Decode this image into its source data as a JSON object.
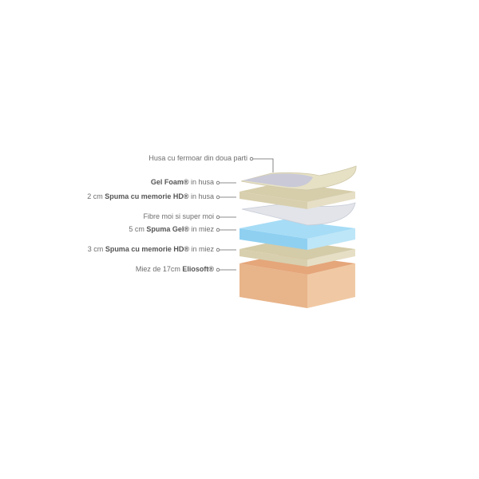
{
  "labels": [
    {
      "pre": "Husa cu fermoar din doua parti",
      "bold": "",
      "post": ""
    },
    {
      "pre": "",
      "bold": "Gel Foam®",
      "post": " in husa"
    },
    {
      "pre": "2 cm ",
      "bold": "Spuma cu memorie HD®",
      "post": " in husa"
    },
    {
      "pre": "Fibre moi si super moi",
      "bold": "",
      "post": ""
    },
    {
      "pre": "5 cm ",
      "bold": "Spuma Gel®",
      "post": " in miez"
    },
    {
      "pre": "3 cm ",
      "bold": "Spuma cu memorie HD®",
      "post": " in miez"
    },
    {
      "pre": "Miez de 17cm ",
      "bold": "Eliosoft®",
      "post": ""
    }
  ],
  "colors": {
    "beige": "#ddd5b8",
    "blue": "#a9dcf5",
    "orange": "#efc49c",
    "cover": "#e9e9ef"
  }
}
